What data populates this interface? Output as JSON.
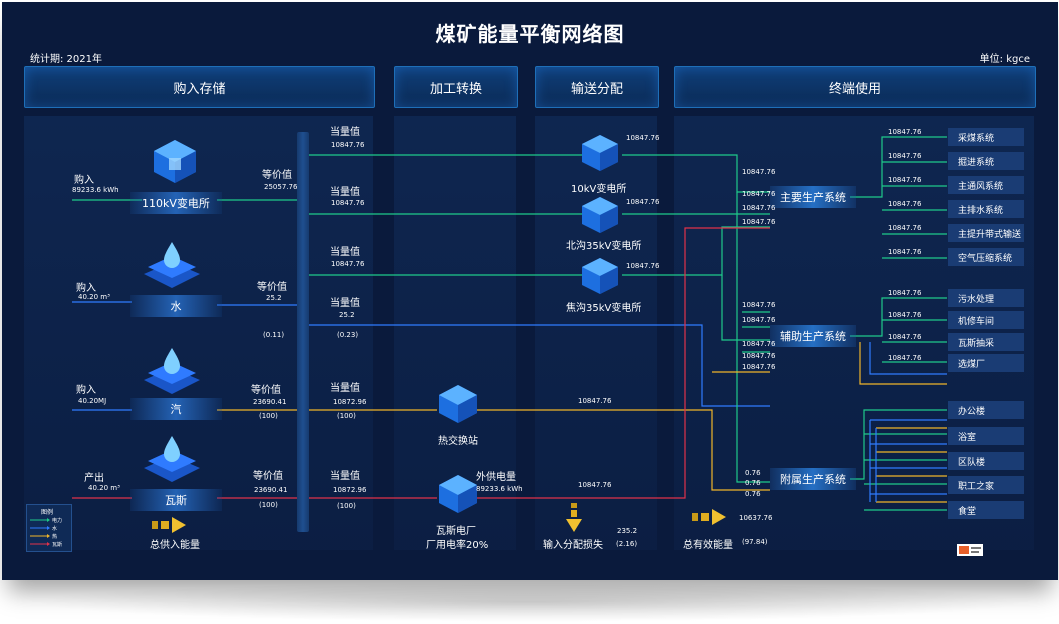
{
  "title": "煤矿能量平衡网络图",
  "stat_period": "统计期: 2021年",
  "unit": "单位: kgce",
  "headers": [
    "购入存储",
    "加工转换",
    "输送分配",
    "终端使用"
  ],
  "sources": [
    {
      "action": "购入",
      "amount": "89233.6 kWh",
      "name": "110kV变电所",
      "equiv_label": "等价值",
      "equiv_value": "25057.76",
      "equiv_sub": ""
    },
    {
      "action": "购入",
      "amount": "40.20 m³",
      "name": "水",
      "equiv_label": "等价值",
      "equiv_value": "25.2",
      "equiv_sub": "(0.11)"
    },
    {
      "action": "购入",
      "amount": "40.20MJ",
      "name": "汽",
      "equiv_label": "等价值",
      "equiv_value": "23690.41",
      "equiv_sub": "(100)"
    },
    {
      "action": "产出",
      "amount": "40.20 m³",
      "name": "瓦斯",
      "equiv_label": "等价值",
      "equiv_value": "23690.41",
      "equiv_sub": "(100)"
    }
  ],
  "dangliang": [
    {
      "label": "当量值",
      "value": "10847.76",
      "sub": ""
    },
    {
      "label": "当量值",
      "value": "10847.76",
      "sub": ""
    },
    {
      "label": "当量值",
      "value": "10847.76",
      "sub": ""
    },
    {
      "label": "当量值",
      "value": "25.2",
      "sub": "(0.23)"
    },
    {
      "label": "当量值",
      "value": "10872.96",
      "sub": "(100)"
    },
    {
      "label": "当量值",
      "value": "10872.96",
      "sub": "(100)"
    }
  ],
  "substations": [
    {
      "name": "10kV变电所",
      "value": "10847.76"
    },
    {
      "name": "北沟35kV变电所",
      "value": "10847.76"
    },
    {
      "name": "焦沟35kV变电所",
      "value": "10847.76"
    }
  ],
  "conversion": [
    {
      "name": "热交换站",
      "value": "10847.76"
    },
    {
      "name": "瓦斯电厂",
      "name2": "厂用电率20%",
      "ext_label": "外供电量",
      "ext_value": "89233.6 kWh",
      "value": "10847.76"
    }
  ],
  "systems": [
    {
      "name": "主要生产系统"
    },
    {
      "name": "辅助生产系统"
    },
    {
      "name": "附属生产系统"
    }
  ],
  "flow_labels_main": [
    "10847.76",
    "10847.76",
    "10847.76",
    "10847.76"
  ],
  "flow_labels_aux": [
    "10847.76",
    "10847.76",
    "10847.76",
    "10847.76",
    "10847.76"
  ],
  "flow_labels_fs": [
    "0.76",
    "0.76",
    "0.76"
  ],
  "main_terminals": [
    {
      "name": "采煤系统",
      "value": "10847.76"
    },
    {
      "name": "掘进系统",
      "value": "10847.76"
    },
    {
      "name": "主通风系统",
      "value": "10847.76"
    },
    {
      "name": "主排水系统",
      "value": "10847.76"
    },
    {
      "name": "主提升带式输送",
      "value": "10847.76"
    },
    {
      "name": "空气压缩系统",
      "value": "10847.76"
    }
  ],
  "aux_terminals": [
    {
      "name": "污水处理",
      "value": "10847.76"
    },
    {
      "name": "机修车间",
      "value": "10847.76"
    },
    {
      "name": "瓦斯抽采",
      "value": "10847.76"
    },
    {
      "name": "选煤厂",
      "value": "10847.76"
    }
  ],
  "fs_terminals": [
    "办公楼",
    "浴室",
    "区队楼",
    "职工之家",
    "食堂"
  ],
  "totals": {
    "supply_label": "总供入能量",
    "loss_label": "输入分配损失",
    "loss_value": "235.2",
    "loss_pct": "(2.16)",
    "effective_label": "总有效能量",
    "effective_value": "10637.76",
    "effective_pct": "(97.84)"
  },
  "legend": {
    "title": "图例",
    "items": [
      "电力",
      "水",
      "热",
      "瓦斯"
    ]
  },
  "colors": {
    "power": "#1fc98a",
    "water": "#2f7bff",
    "heat": "#f0b52a",
    "gas": "#e0324a",
    "accent": "#1e6fb8"
  }
}
